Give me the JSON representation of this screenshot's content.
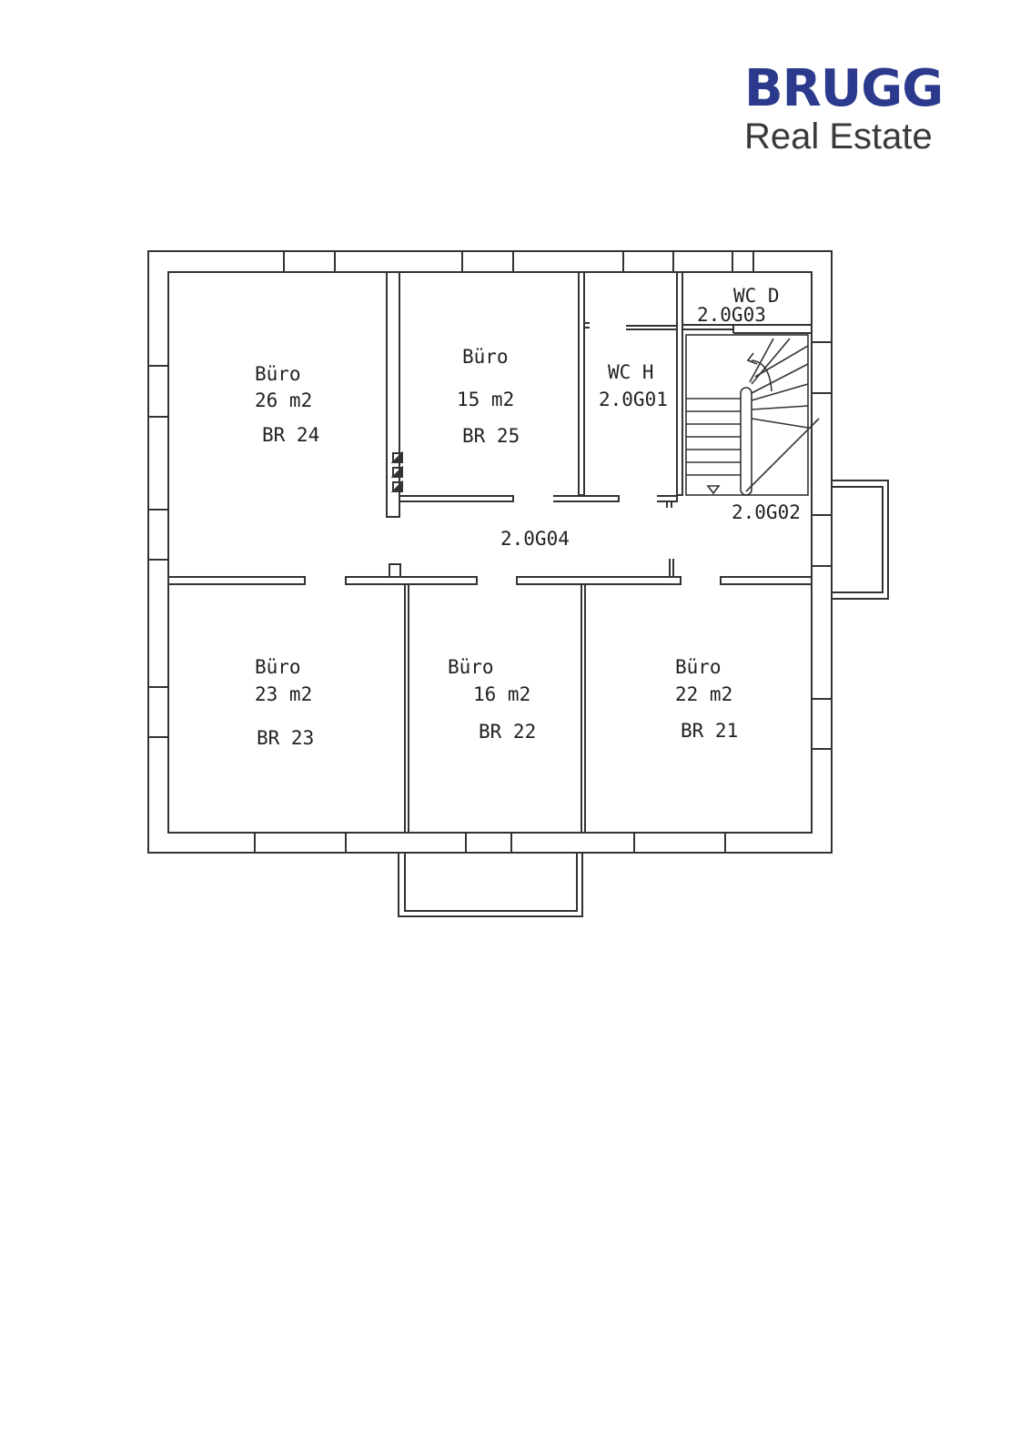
{
  "logo": {
    "brand": "BRUGG",
    "subtitle": "Real Estate",
    "brand_color": "#2b3a8c"
  },
  "rooms": {
    "br24": {
      "name": "Büro",
      "area": "26 m2",
      "code": "BR 24"
    },
    "br25": {
      "name": "Büro",
      "area": "15 m2",
      "code": "BR 25"
    },
    "wch": {
      "name": "WC H",
      "code": "2.0G01"
    },
    "wcd": {
      "name": "WC D",
      "code": "2.0G03"
    },
    "stair": {
      "code": "2.0G02"
    },
    "corridor": {
      "code": "2.0G04"
    },
    "br23": {
      "name": "Büro",
      "area": "23 m2",
      "code": "BR 23"
    },
    "br22": {
      "name": "Büro",
      "area": "16 m2",
      "code": "BR 22"
    },
    "br21": {
      "name": "Büro",
      "area": "22 m2",
      "code": "BR 21"
    }
  }
}
